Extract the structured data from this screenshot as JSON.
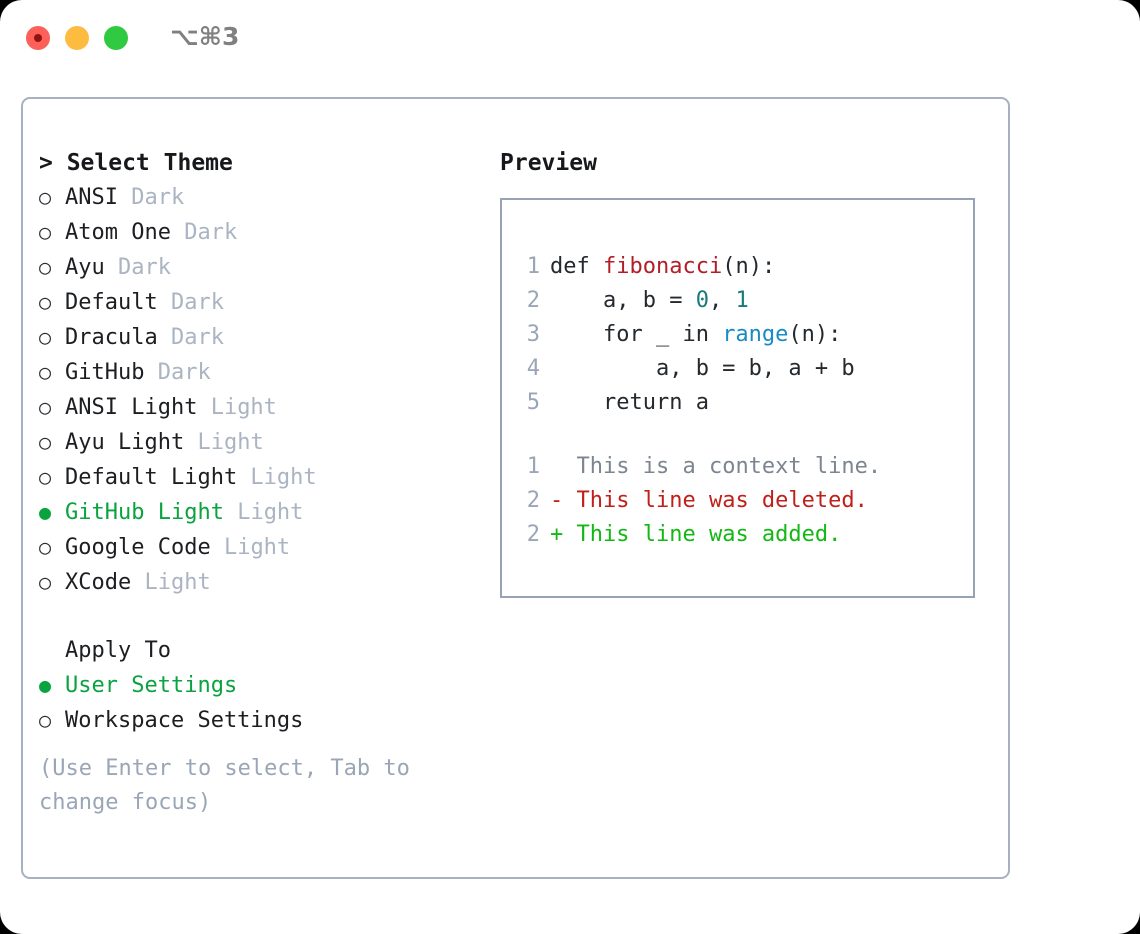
{
  "titlebar": {
    "shortcut": "⌥⌘3",
    "buttons": [
      {
        "name": "close",
        "color": "#fc6058"
      },
      {
        "name": "minimize",
        "color": "#fdbc40"
      },
      {
        "name": "zoom",
        "color": "#2fca41"
      }
    ]
  },
  "theme_picker": {
    "header": "> Select Theme",
    "marker_unselected": "○",
    "marker_selected": "●",
    "items": [
      {
        "marker": "○",
        "name": "ANSI",
        "variant": " Dark",
        "selected": false
      },
      {
        "marker": "○",
        "name": "Atom One",
        "variant": " Dark",
        "selected": false
      },
      {
        "marker": "○",
        "name": "Ayu",
        "variant": " Dark",
        "selected": false
      },
      {
        "marker": "○",
        "name": "Default",
        "variant": " Dark",
        "selected": false
      },
      {
        "marker": "○",
        "name": "Dracula",
        "variant": " Dark",
        "selected": false
      },
      {
        "marker": "○",
        "name": "GitHub",
        "variant": " Dark",
        "selected": false
      },
      {
        "marker": "○",
        "name": "ANSI Light",
        "variant": " Light",
        "selected": false
      },
      {
        "marker": "○",
        "name": "Ayu Light",
        "variant": " Light",
        "selected": false
      },
      {
        "marker": "○",
        "name": "Default Light",
        "variant": " Light",
        "selected": false
      },
      {
        "marker": "●",
        "name": "GitHub Light",
        "variant": " Light",
        "selected": true
      },
      {
        "marker": "○",
        "name": "Google Code",
        "variant": " Light",
        "selected": false
      },
      {
        "marker": "○",
        "name": "XCode",
        "variant": " Light",
        "selected": false
      }
    ]
  },
  "apply_to": {
    "header": "Apply To",
    "items": [
      {
        "marker": "●",
        "name": "User Settings",
        "selected": true
      },
      {
        "marker": "○",
        "name": "Workspace Settings",
        "selected": false
      }
    ]
  },
  "hint": "(Use Enter to select, Tab to change focus)",
  "preview": {
    "title": "Preview",
    "code_lines": [
      {
        "lineno": "1",
        "parts": [
          {
            "text": "def ",
            "cls": "code-text"
          },
          {
            "text": "fibonacci",
            "cls": "tok-fn"
          },
          {
            "text": "(n):",
            "cls": "code-text"
          }
        ]
      },
      {
        "lineno": "2",
        "parts": [
          {
            "text": "    a, b = ",
            "cls": "code-text"
          },
          {
            "text": "0",
            "cls": "tok-num"
          },
          {
            "text": ", ",
            "cls": "code-text"
          },
          {
            "text": "1",
            "cls": "tok-num"
          }
        ]
      },
      {
        "lineno": "3",
        "parts": [
          {
            "text": "    for _ in ",
            "cls": "code-text"
          },
          {
            "text": "range",
            "cls": "tok-call"
          },
          {
            "text": "(n):",
            "cls": "code-text"
          }
        ]
      },
      {
        "lineno": "4",
        "parts": [
          {
            "text": "        a, b = b, a + b",
            "cls": "code-text"
          }
        ]
      },
      {
        "lineno": "5",
        "parts": [
          {
            "text": "    return a",
            "cls": "code-text"
          }
        ]
      }
    ],
    "diff_lines": [
      {
        "lineno": "1",
        "marker": "  ",
        "text": "This is a context line.",
        "cls": "diff-ctx"
      },
      {
        "lineno": "2",
        "marker": "- ",
        "text": "This line was deleted.",
        "cls": "diff-del"
      },
      {
        "lineno": "2",
        "marker": "+ ",
        "text": "This line was added.",
        "cls": "diff-add"
      }
    ]
  },
  "colors": {
    "selected_green": "#0aa33f",
    "variant_gray": "#aab4c2",
    "hint_gray": "#9aa6b6",
    "panel_border": "#a7b1c1",
    "preview_border": "#96a3b5",
    "lineno": "#9aa5b5",
    "syntax_function": "#b31d28",
    "syntax_number": "#177b7b",
    "syntax_call": "#1a8ac4",
    "diff_deleted": "#c0201a",
    "diff_added": "#14b814"
  }
}
